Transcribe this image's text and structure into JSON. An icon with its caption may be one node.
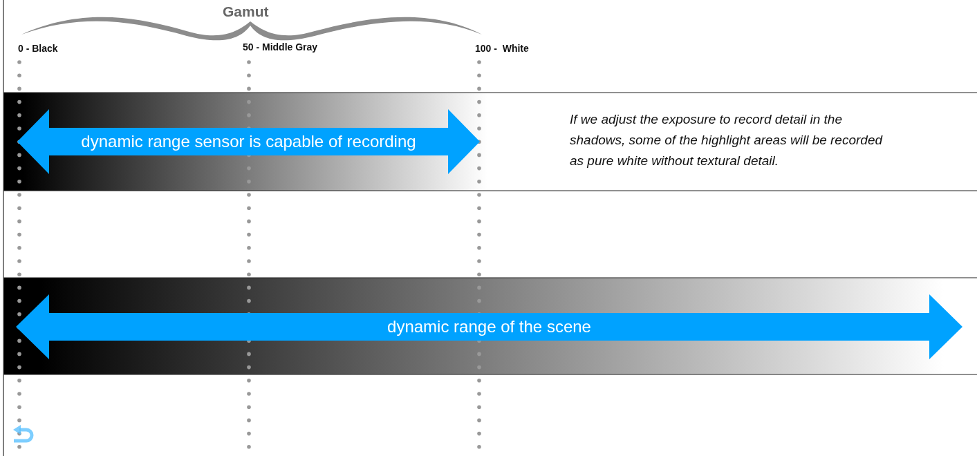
{
  "diagram": {
    "nodes": [
      {
        "text": [
          "dynamic range sensor is capable of recording"
        ]
      },
      {
        "text": [
          "dynamic range of the scene"
        ]
      }
    ],
    "labels": [
      "Gamut",
      "0 - Black",
      "50 - Middle Gray",
      "100 -  White",
      "If we adjust the exposure to record detail in the shadows, some of the highlight areas will be recorded as pure white without textural detail."
    ]
  }
}
